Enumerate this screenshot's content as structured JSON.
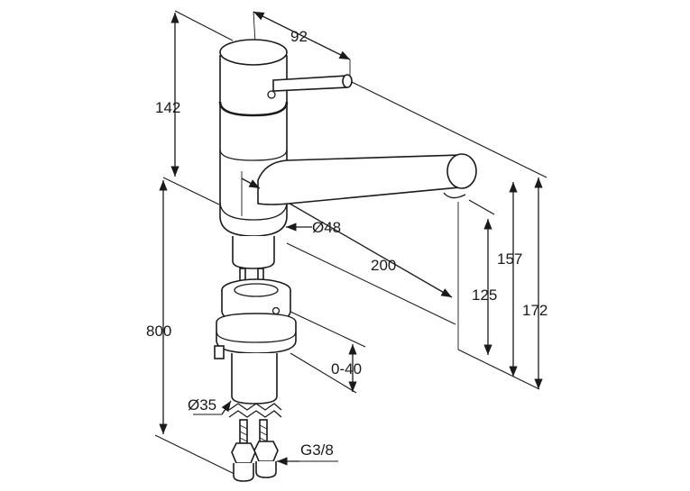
{
  "dimensions": {
    "width_92": "92",
    "height_142": "142",
    "diameter_48": "Ø48",
    "reach_200": "200",
    "spout_157": "157",
    "total_172": "172",
    "clearance_125": "125",
    "hose_800": "800",
    "range_0_40": "0-40",
    "diameter_35": "Ø35",
    "thread_g38": "G3/8"
  },
  "colors": {
    "line": "#1a1a1a",
    "background": "#ffffff"
  }
}
